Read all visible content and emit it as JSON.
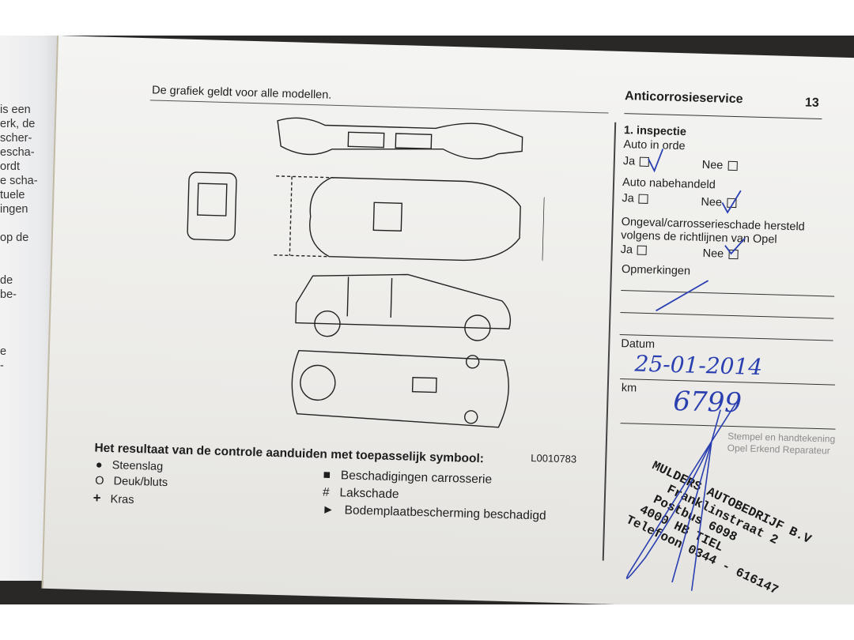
{
  "left_page": {
    "lines": [
      "is een",
      "erk, de",
      "scher-",
      "escha-",
      "ordt",
      "e scha-",
      "tuele",
      "ingen",
      "",
      "op de",
      "",
      "",
      "de",
      "be-",
      "",
      "",
      "",
      "e",
      "-"
    ]
  },
  "header": {
    "intro": "De grafiek geldt voor alle modellen.",
    "title": "Anticorrosieservice",
    "page_number": "13"
  },
  "diagram": {
    "code": "L0010783"
  },
  "legend": {
    "heading": "Het resultaat van de controle aanduiden met toepasselijk symbool:",
    "left": [
      {
        "symbol": "●",
        "label": "Steenslag"
      },
      {
        "symbol": "O",
        "label": "Deuk/bluts"
      },
      {
        "symbol": "+",
        "label": "Kras"
      }
    ],
    "right": [
      {
        "symbol": "■",
        "label": "Beschadigingen carrosserie"
      },
      {
        "symbol": "#",
        "label": "Lakschade"
      },
      {
        "symbol": "►",
        "label": "Bodemplaatbescherming beschadigd"
      }
    ]
  },
  "form": {
    "section": "1. inspectie",
    "q1": "Auto in orde",
    "q2": "Auto nabehandeld",
    "q3_line1": "Ongeval/carrosserieschade hersteld",
    "q3_line2": "volgens de richtlijnen van Opel",
    "ja": "Ja",
    "nee": "Nee",
    "remarks_label": "Opmerkingen",
    "date_label": "Datum",
    "km_label": "km",
    "signature_line1": "Stempel en handtekening",
    "signature_line2": "Opel Erkend Reparateur"
  },
  "handwritten": {
    "date": "25-01-2014",
    "km": "6799"
  },
  "stamp": {
    "line1": "MULDERS AUTOBEDRIJF B.V",
    "line2": "Franklinstraat 2",
    "line3": "Postbus 6098",
    "line4": "4000 HB  TIEL",
    "line5": "Telefoon 0344 - 616147"
  }
}
